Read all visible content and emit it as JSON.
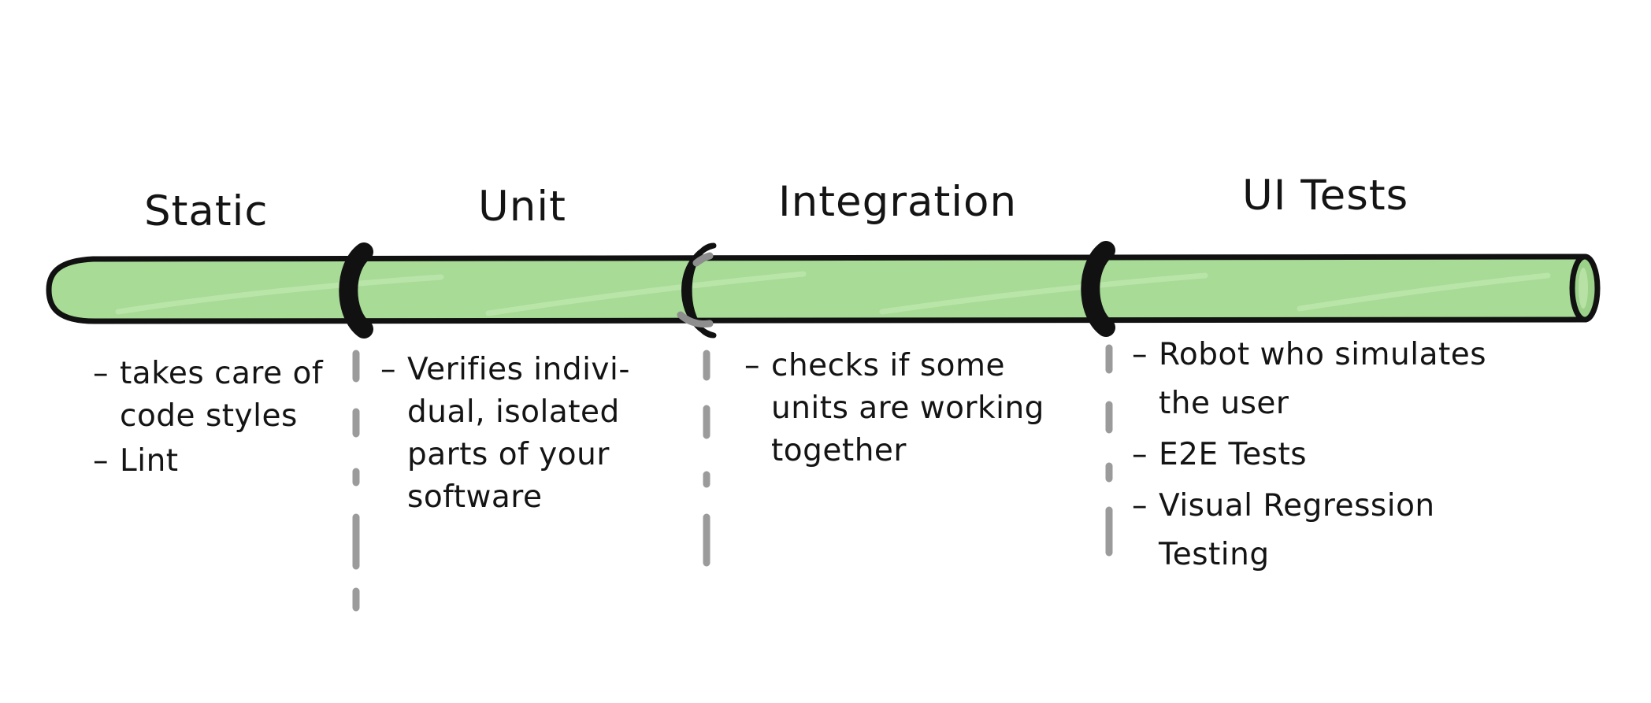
{
  "colors": {
    "pipe_green": "#a7db96",
    "pipe_green_dark": "#9bd189",
    "pipe_highlight": "#c9ecb9",
    "outline_black": "#111111",
    "dash_gray": "#9b9b9b",
    "ring_white": "#f8f0ef",
    "ring_mark_gray": "#8e8e8e"
  },
  "marks": {
    "dash": "–"
  },
  "sections": [
    {
      "label": "Static",
      "bullets": [
        {
          "lines": [
            "takes care of",
            "code styles"
          ]
        },
        {
          "lines": [
            "Lint"
          ]
        }
      ]
    },
    {
      "label": "Unit",
      "bullets": [
        {
          "lines": [
            "Verifies indivi-",
            "dual, isolated",
            "parts of your",
            "software"
          ]
        }
      ]
    },
    {
      "label": "Integration",
      "bullets": [
        {
          "lines": [
            "checks if some",
            "units are working",
            "together"
          ]
        }
      ]
    },
    {
      "label": "UI Tests",
      "bullets": [
        {
          "lines": [
            "Robot who simulates",
            "the user"
          ]
        },
        {
          "lines": [
            "E2E Tests"
          ]
        },
        {
          "lines": [
            "Visual Regression",
            "Testing"
          ]
        }
      ]
    }
  ]
}
